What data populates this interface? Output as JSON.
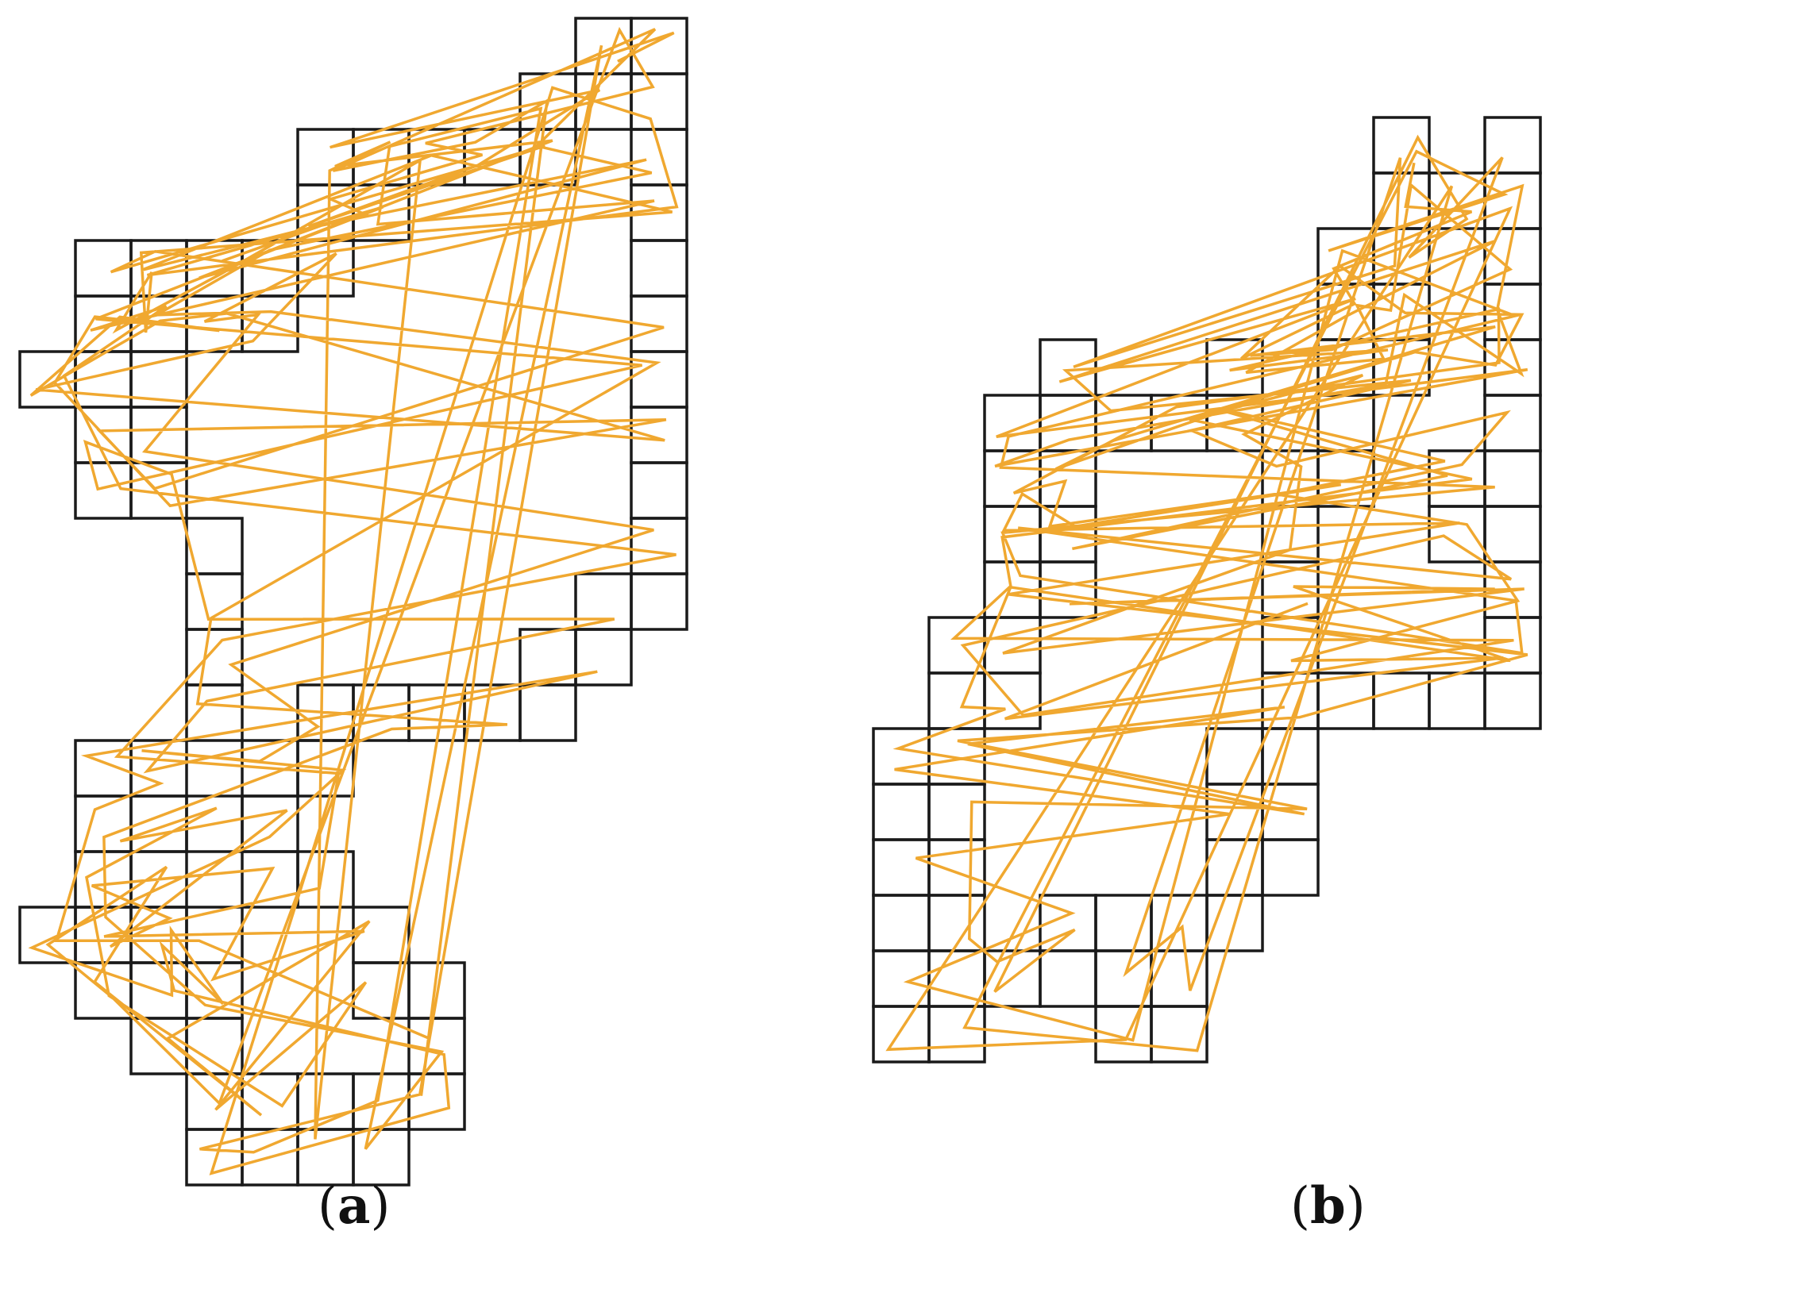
{
  "panels": [
    {
      "id": "a",
      "label": "a"
    },
    {
      "id": "b",
      "label": "b"
    }
  ],
  "colors": {
    "grid": "#1a1a1a",
    "path": "#f0a830",
    "background": "#ffffff"
  }
}
